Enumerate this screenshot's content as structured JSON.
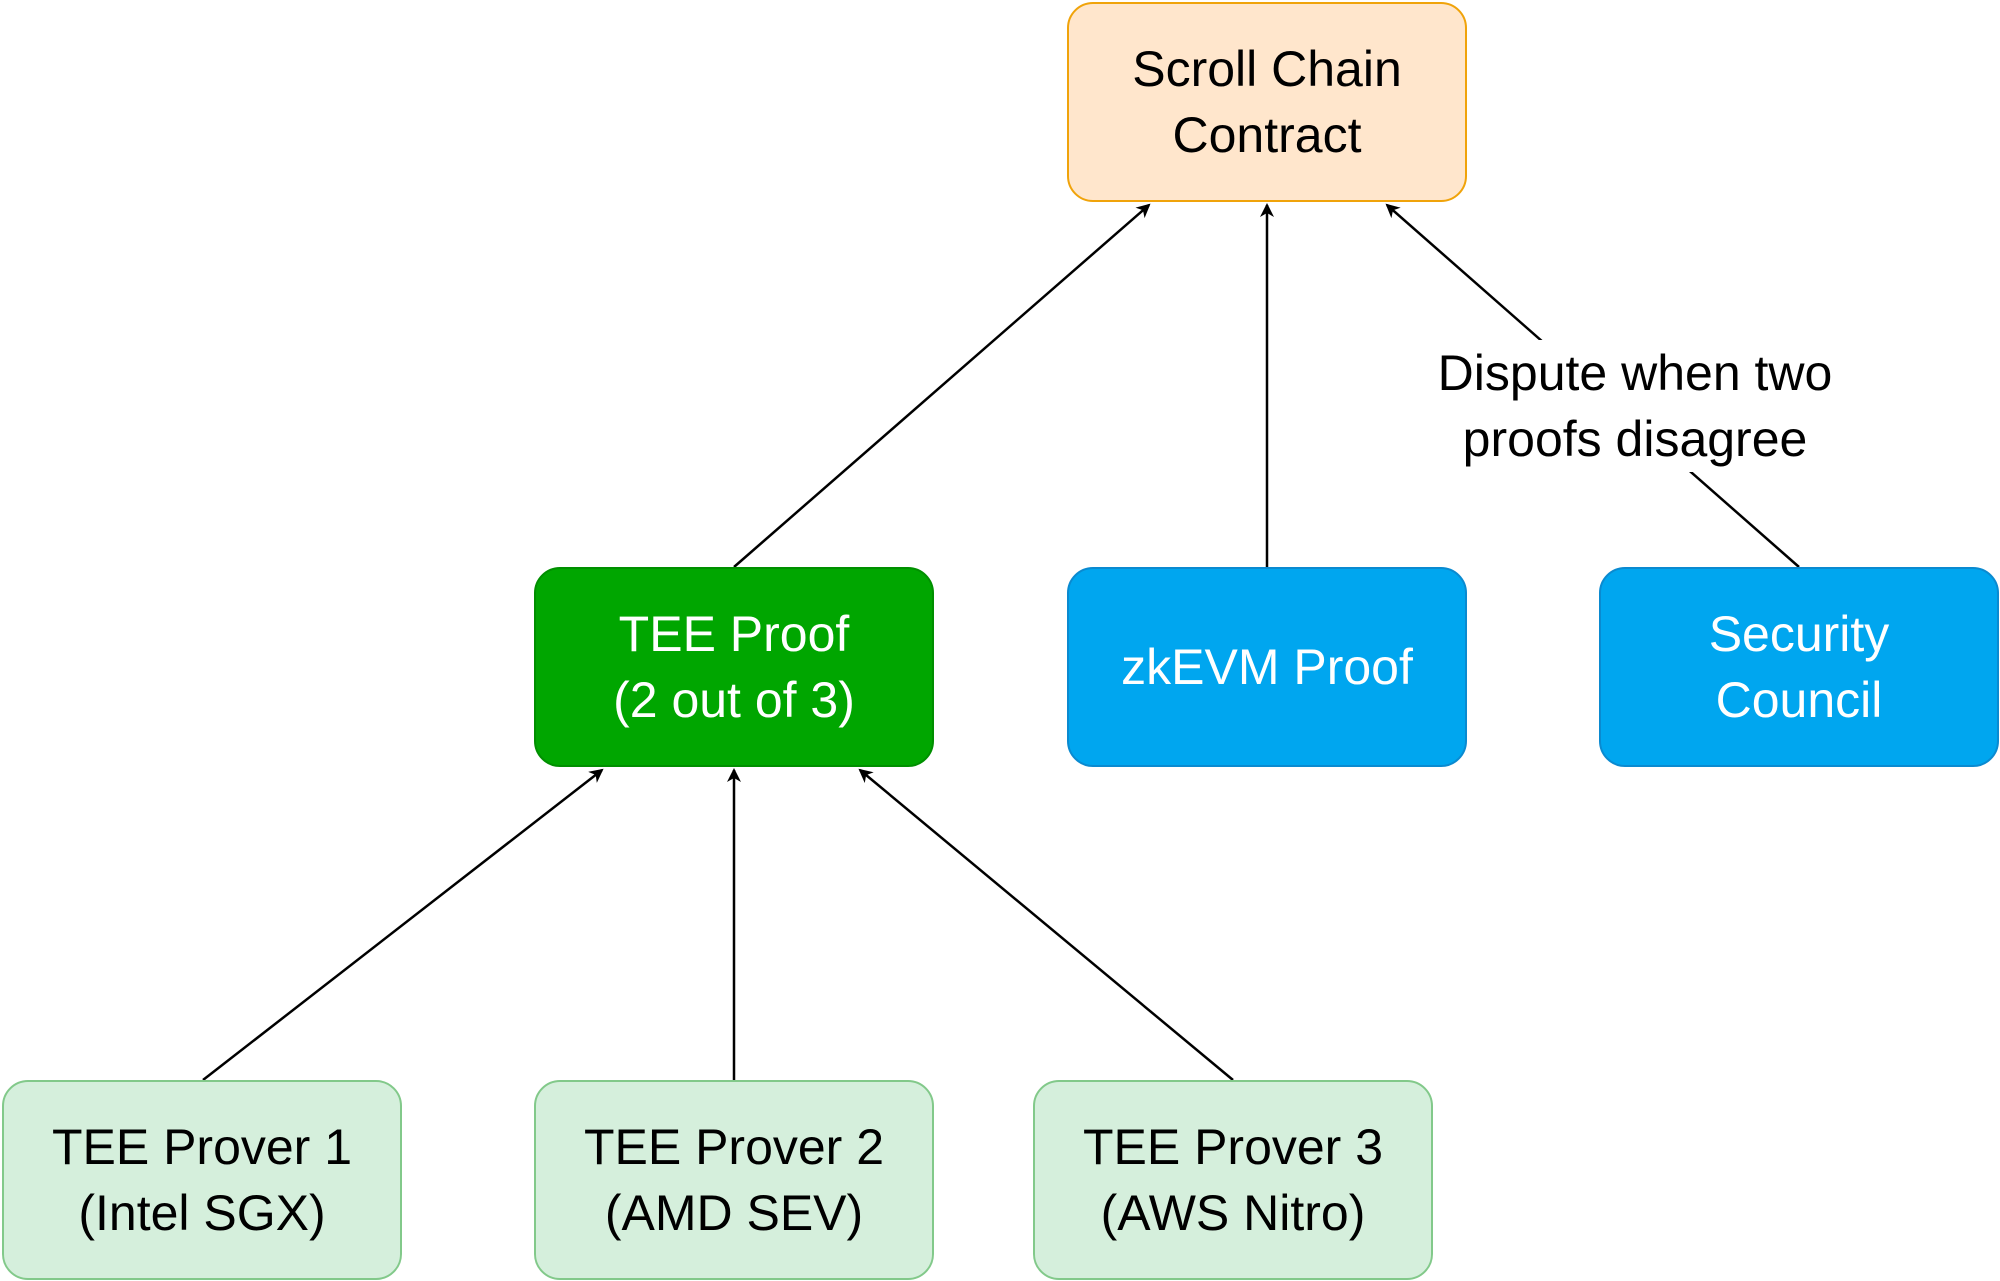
{
  "nodes": {
    "scroll_chain_contract": {
      "line1": "Scroll Chain",
      "line2": "Contract",
      "fill": "#ffe6cc",
      "stroke": "#f0a30a"
    },
    "tee_proof": {
      "line1": "TEE Proof",
      "line2": "(2 out of 3)",
      "fill": "#00a600",
      "stroke": "#008f00"
    },
    "zkevm_proof": {
      "line1": "zkEVM Proof",
      "fill": "#00a6ef",
      "stroke": "#0a8ad0"
    },
    "security_council": {
      "line1": "Security",
      "line2": "Council",
      "fill": "#00a6ef",
      "stroke": "#0a8ad0"
    },
    "tee_prover_1": {
      "line1": "TEE Prover 1",
      "line2": "(Intel SGX)",
      "fill": "#d5efdc",
      "stroke": "#82c98a"
    },
    "tee_prover_2": {
      "line1": "TEE Prover 2",
      "line2": "(AMD SEV)",
      "fill": "#d5efdc",
      "stroke": "#82c98a"
    },
    "tee_prover_3": {
      "line1": "TEE Prover 3",
      "line2": "(AWS Nitro)",
      "fill": "#d5efdc",
      "stroke": "#82c98a"
    }
  },
  "edges": [
    {
      "from": "tee_prover_1",
      "to": "tee_proof"
    },
    {
      "from": "tee_prover_2",
      "to": "tee_proof"
    },
    {
      "from": "tee_prover_3",
      "to": "tee_proof"
    },
    {
      "from": "tee_proof",
      "to": "scroll_chain_contract"
    },
    {
      "from": "zkevm_proof",
      "to": "scroll_chain_contract"
    },
    {
      "from": "security_council",
      "to": "scroll_chain_contract",
      "label_line1": "Dispute when two",
      "label_line2": "proofs disagree"
    }
  ]
}
